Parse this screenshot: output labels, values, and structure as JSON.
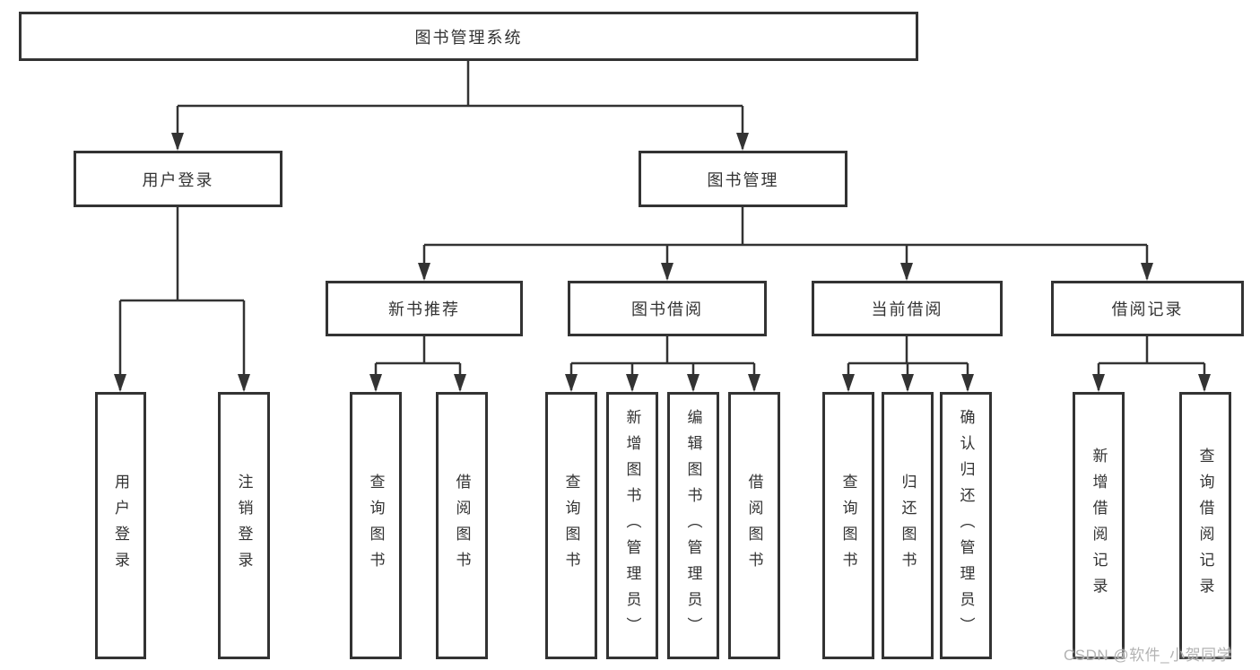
{
  "diagram": {
    "root": "图书管理系统",
    "level2": {
      "user_login": "用户登录",
      "book_mgmt": "图书管理"
    },
    "level3": {
      "new_books": "新书推荐",
      "borrowing": "图书借阅",
      "current": "当前借阅",
      "records": "借阅记录"
    },
    "leaves": {
      "login": "用户登录",
      "logout": "注销登录",
      "nb_query": "查询图书",
      "nb_borrow": "借阅图书",
      "bw_query": "查询图书",
      "bw_add": "新增图书（管理员）",
      "bw_edit": "编辑图书（管理员）",
      "bw_borrow": "借阅图书",
      "cur_query": "查询图书",
      "cur_return": "归还图书",
      "cur_confirm": "确认归还（管理员）",
      "rec_add": "新增借阅记录",
      "rec_query": "查询借阅记录"
    }
  },
  "watermark": "CSDN @软件_小贺同学",
  "colors": {
    "line": "#333333",
    "box_border": "#333333",
    "box_fill": "#ffffff",
    "text": "#333333",
    "watermark": "#b3b3b3"
  }
}
